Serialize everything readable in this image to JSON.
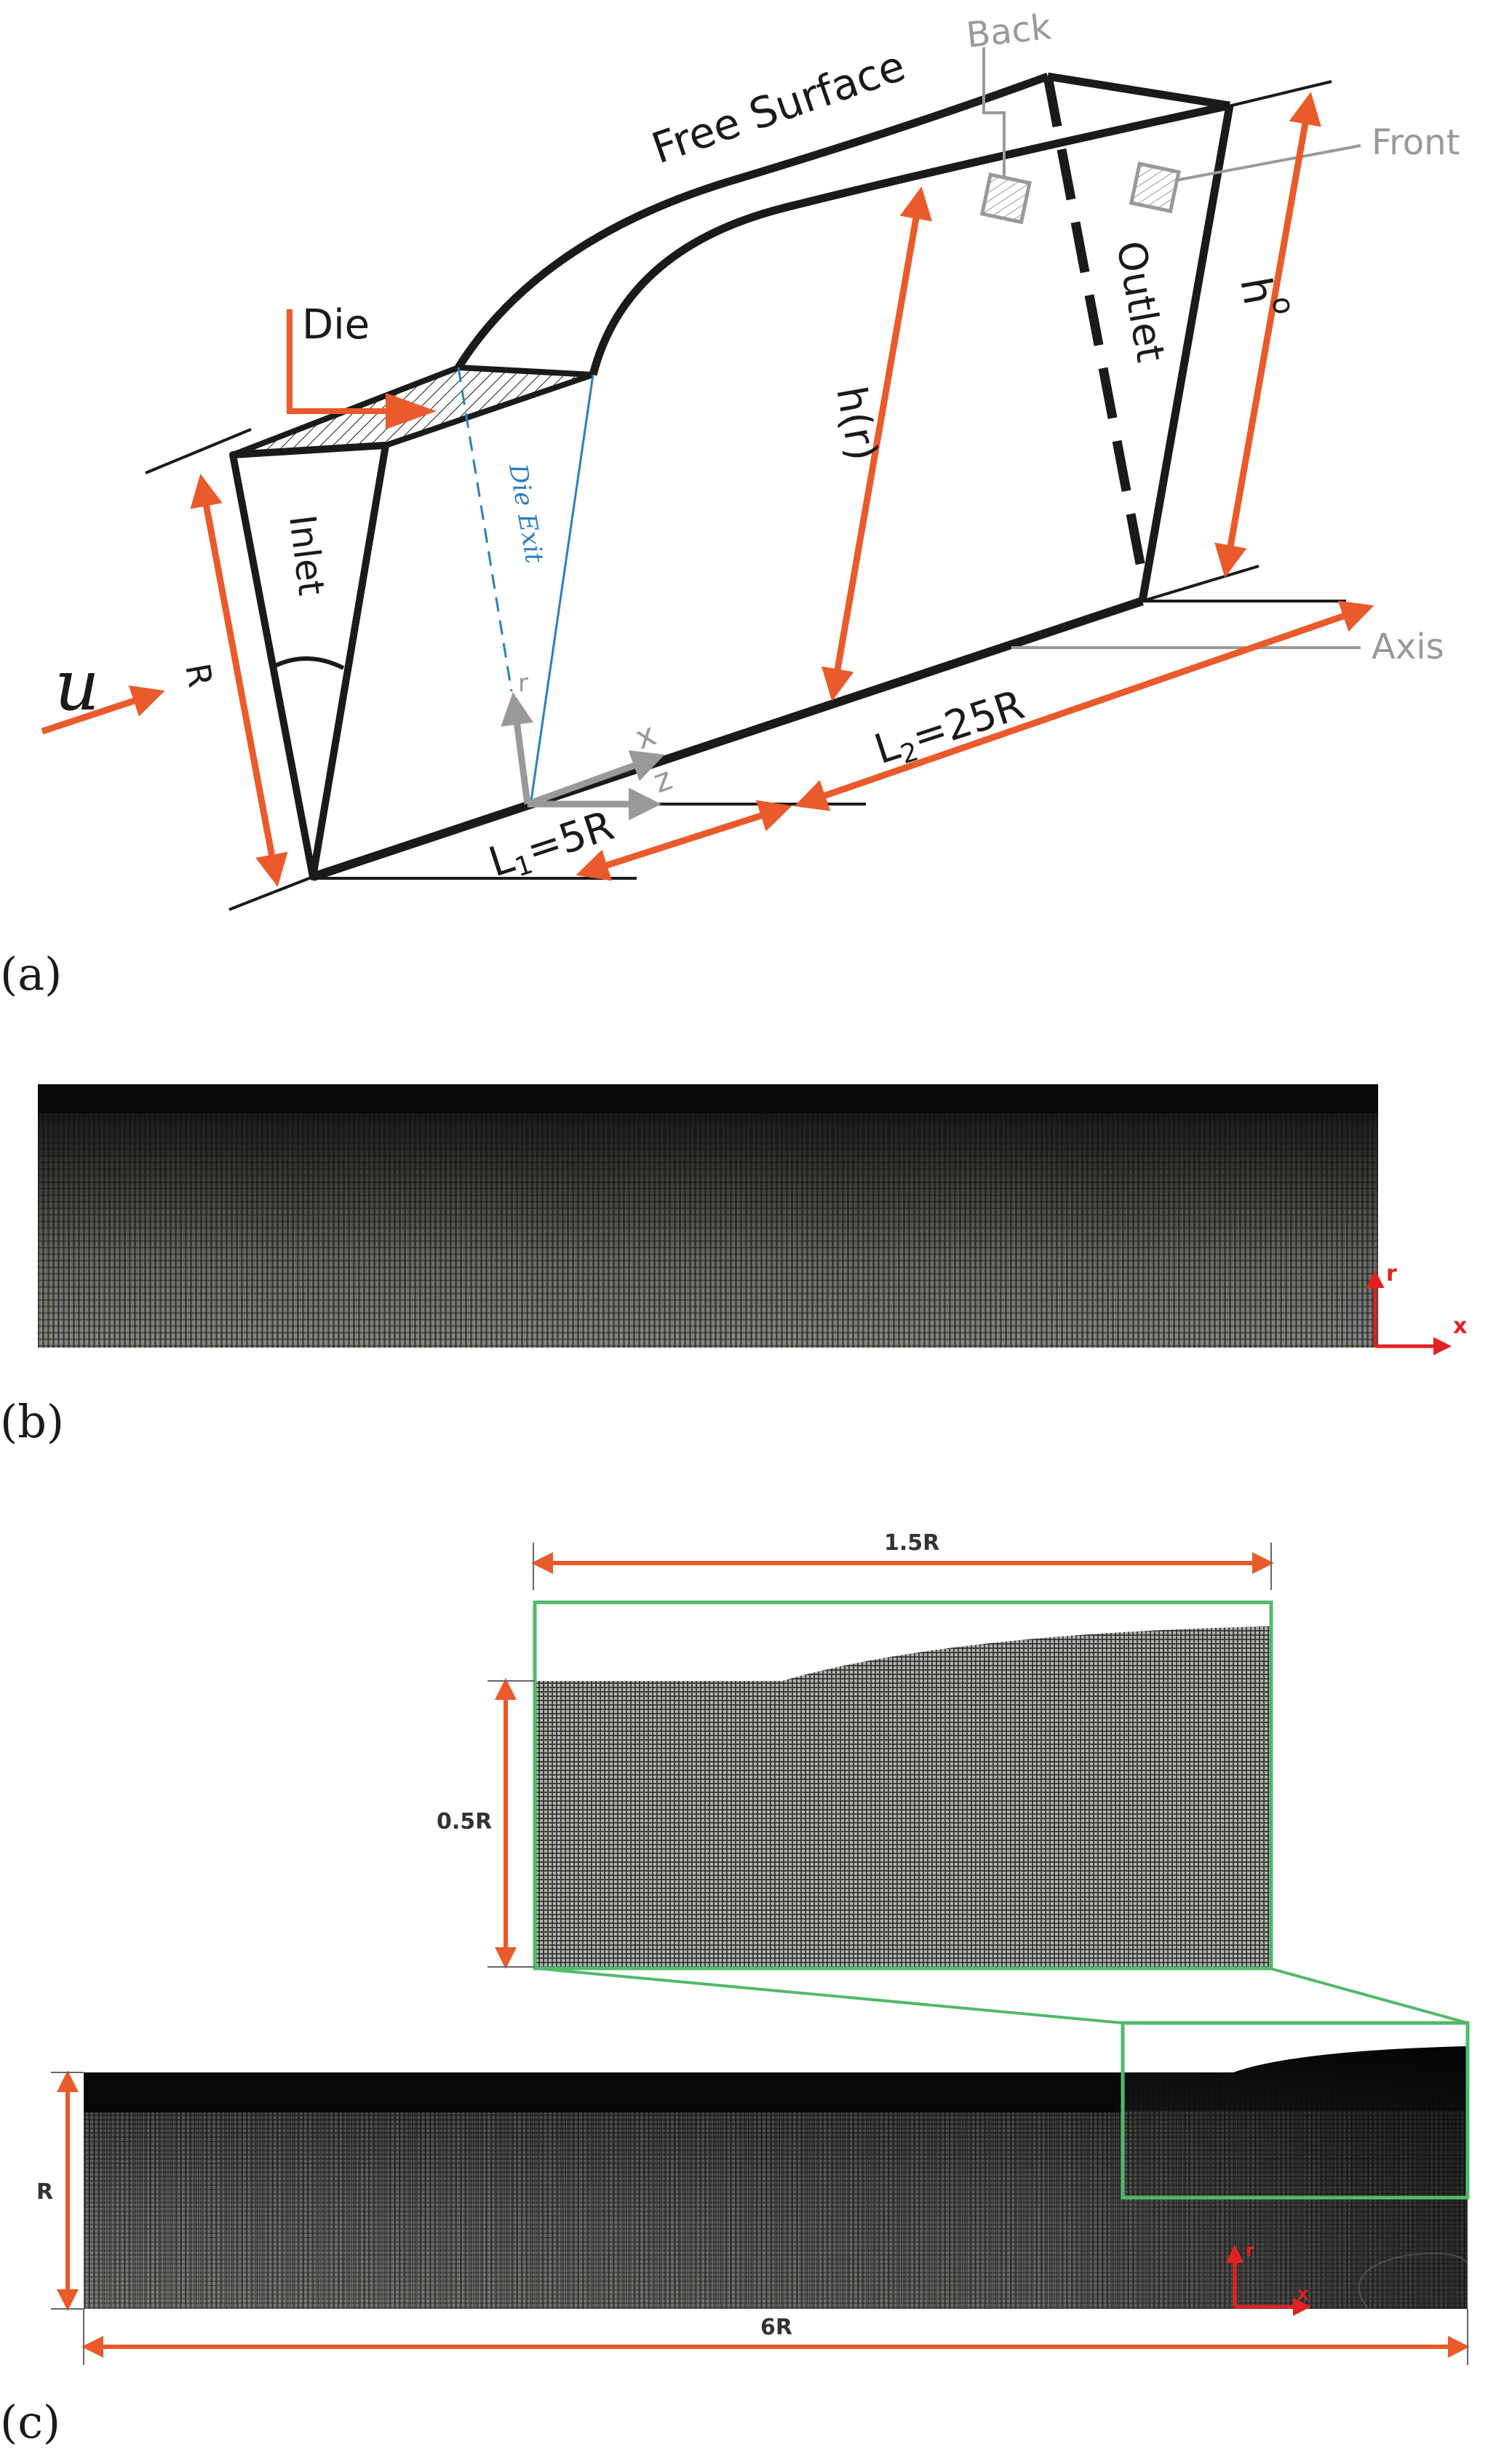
{
  "colors": {
    "orange": "#ea5a2b",
    "black": "#1a1a1a",
    "gray": "#999999",
    "blue": "#2a7fc0",
    "green": "#52b96a",
    "red": "#e22222",
    "mesh_light": "#e8e8e0"
  },
  "panel_a": {
    "tag": "(a)",
    "free_surface": "Free Surface",
    "back": "Back",
    "front": "Front",
    "die": "Die",
    "inlet": "Inlet",
    "outlet": "Outlet",
    "die_exit": "Die Exit",
    "h_r": "h(r)",
    "h_o_main": "h",
    "h_o_sub": "o",
    "axis": "Axis",
    "u": "u",
    "R": "R",
    "r": "r",
    "x": "x",
    "z": "z",
    "L1_pre": "L",
    "L1_sub": "1",
    "L1_post": "=5R",
    "L2_pre": "L",
    "L2_sub": "2",
    "L2_post": "=25R"
  },
  "panel_b": {
    "tag": "(b)",
    "r": "r",
    "x": "x"
  },
  "panel_c": {
    "tag": "(c)",
    "dim_top": "1.5R",
    "dim_side": "0.5R",
    "dim_R": "R",
    "dim_bottom": "6R",
    "r": "r",
    "x": "x"
  }
}
